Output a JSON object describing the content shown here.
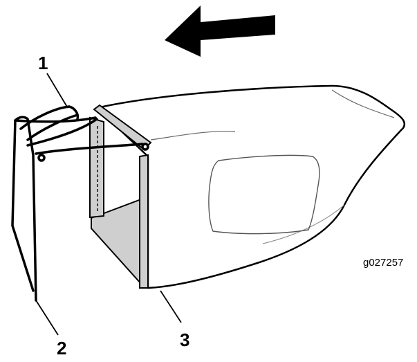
{
  "diagram": {
    "direction_arrow": {
      "icon": "left-arrow-icon",
      "color": "#000000"
    },
    "callouts": [
      {
        "label": "1",
        "target": "handle"
      },
      {
        "label": "2",
        "target": "frame"
      },
      {
        "label": "3",
        "target": "bag"
      }
    ],
    "figure_id": "g027257",
    "colors": {
      "stroke": "#000000",
      "bag_fill": "#ffffff",
      "frame_panel": "#cfcfcf",
      "bag_outline": "#333333"
    }
  }
}
